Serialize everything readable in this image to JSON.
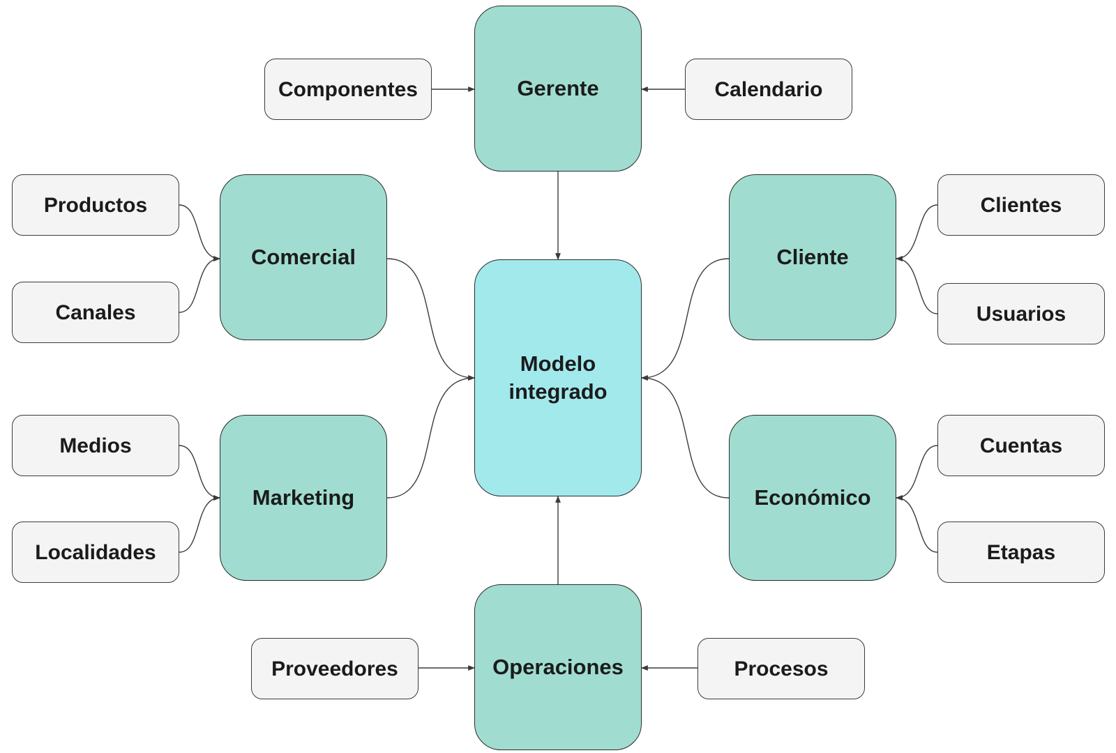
{
  "colors": {
    "hub_fill": "#a0ddd0",
    "center_fill": "#a2e9ec",
    "leaf_fill": "#f4f4f4",
    "stroke": "#2a2a2a"
  },
  "diagram": {
    "center": {
      "label": "Modelo integrado"
    },
    "hubs": {
      "gerente": "Gerente",
      "comercial": "Comercial",
      "cliente": "Cliente",
      "marketing": "Marketing",
      "economico": "Económico",
      "operaciones": "Operaciones"
    },
    "leaves": {
      "componentes": "Componentes",
      "calendario": "Calendario",
      "productos": "Productos",
      "canales": "Canales",
      "clientes": "Clientes",
      "usuarios": "Usuarios",
      "medios": "Medios",
      "localidades": "Localidades",
      "cuentas": "Cuentas",
      "etapas": "Etapas",
      "proveedores": "Proveedores",
      "procesos": "Procesos"
    },
    "edges": [
      {
        "from": "Componentes",
        "to": "Gerente"
      },
      {
        "from": "Calendario",
        "to": "Gerente"
      },
      {
        "from": "Productos",
        "to": "Comercial"
      },
      {
        "from": "Canales",
        "to": "Comercial"
      },
      {
        "from": "Clientes",
        "to": "Cliente"
      },
      {
        "from": "Usuarios",
        "to": "Cliente"
      },
      {
        "from": "Medios",
        "to": "Marketing"
      },
      {
        "from": "Localidades",
        "to": "Marketing"
      },
      {
        "from": "Cuentas",
        "to": "Económico"
      },
      {
        "from": "Etapas",
        "to": "Económico"
      },
      {
        "from": "Proveedores",
        "to": "Operaciones"
      },
      {
        "from": "Procesos",
        "to": "Operaciones"
      },
      {
        "from": "Gerente",
        "to": "Modelo integrado"
      },
      {
        "from": "Comercial",
        "to": "Modelo integrado"
      },
      {
        "from": "Cliente",
        "to": "Modelo integrado"
      },
      {
        "from": "Marketing",
        "to": "Modelo integrado"
      },
      {
        "from": "Económico",
        "to": "Modelo integrado"
      },
      {
        "from": "Operaciones",
        "to": "Modelo integrado"
      }
    ]
  }
}
